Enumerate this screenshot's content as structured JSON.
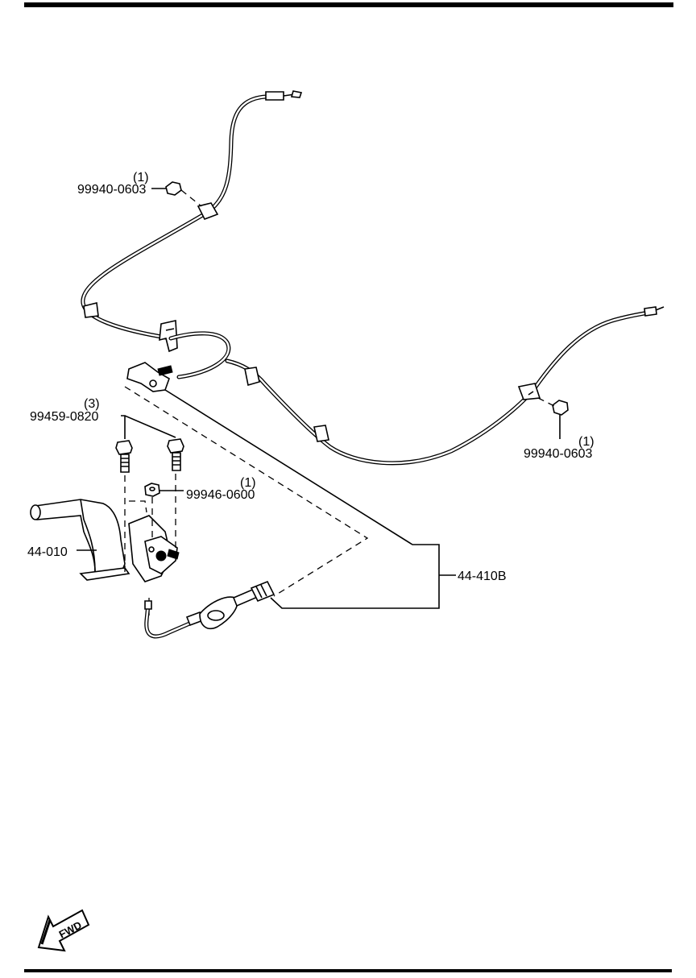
{
  "labels": {
    "nut_upper_qty": "(1)",
    "nut_upper_part": "99940-0603",
    "bolt_qty": "(3)",
    "bolt_part": "99459-0820",
    "nut_center_qty": "(1)",
    "nut_center_part": "99946-0600",
    "nut_right_qty": "(1)",
    "nut_right_part": "99940-0603",
    "lever_part": "44-010",
    "cable_part": "44-410B",
    "fwd_text": "FWD"
  },
  "colors": {
    "line": "#000000",
    "background": "#ffffff"
  }
}
